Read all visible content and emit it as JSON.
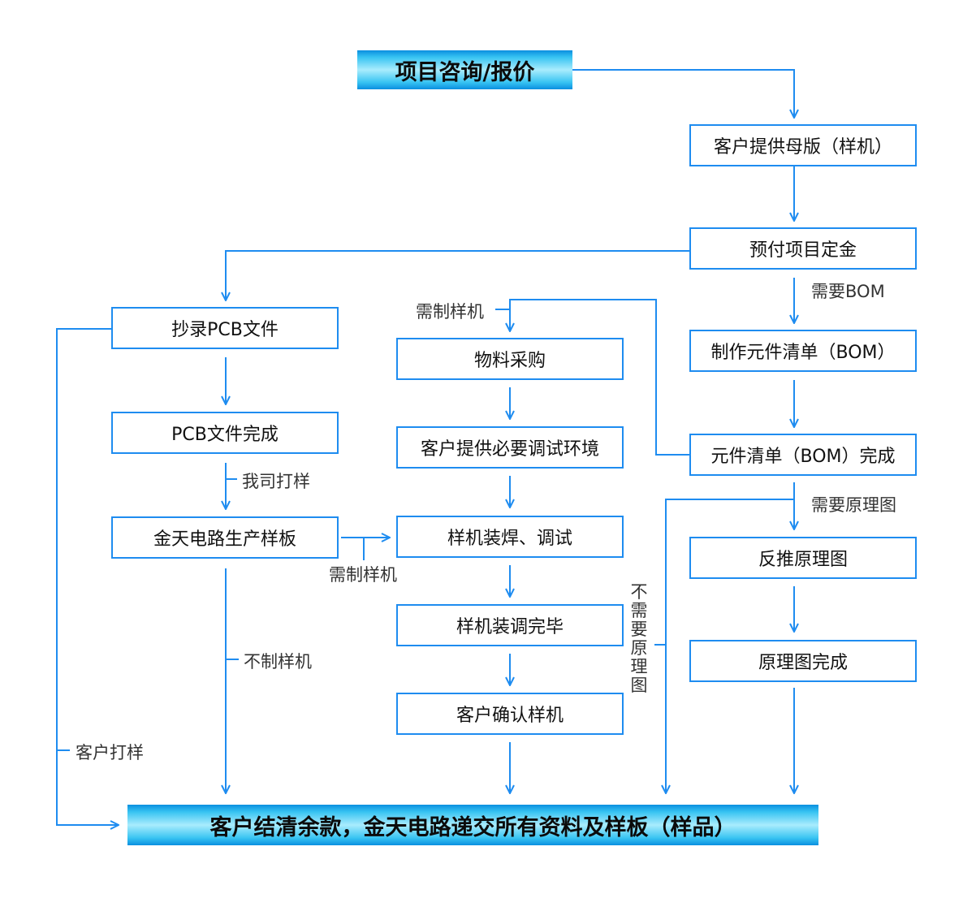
{
  "nodes": {
    "inquiry": "项目咨询/报价",
    "provide_board": "客户提供母版（样机）",
    "deposit": "预付项目定金",
    "copy_pcb": "抄录PCB文件",
    "pcb_done": "PCB文件完成",
    "produce_sample": "金天电路生产样板",
    "purchase": "物料采购",
    "debug_env": "客户提供必要调试环境",
    "solder_debug": "样机装焊、调试",
    "assembly_done": "样机装调完毕",
    "confirm_sample": "客户确认样机",
    "make_bom": "制作元件清单（BOM）",
    "bom_done": "元件清单（BOM）完成",
    "reverse_schematic": "反推原理图",
    "schematic_done": "原理图完成",
    "final": "客户结清余款，金天电路递交所有资料及样板（样品）"
  },
  "edge_labels": {
    "need_bom": "需要BOM",
    "need_schematic": "需要原理图",
    "need_sample_top": "需制样机",
    "need_sample_mid": "需制样机",
    "our_sampling": "我司打样",
    "no_sample": "不制样机",
    "customer_sampling": "客户打样",
    "no_schematic": "不需要原理图"
  },
  "colors": {
    "line": "#1e8cf0",
    "border": "#1e8cf0",
    "highlight": "#38c4f2"
  }
}
